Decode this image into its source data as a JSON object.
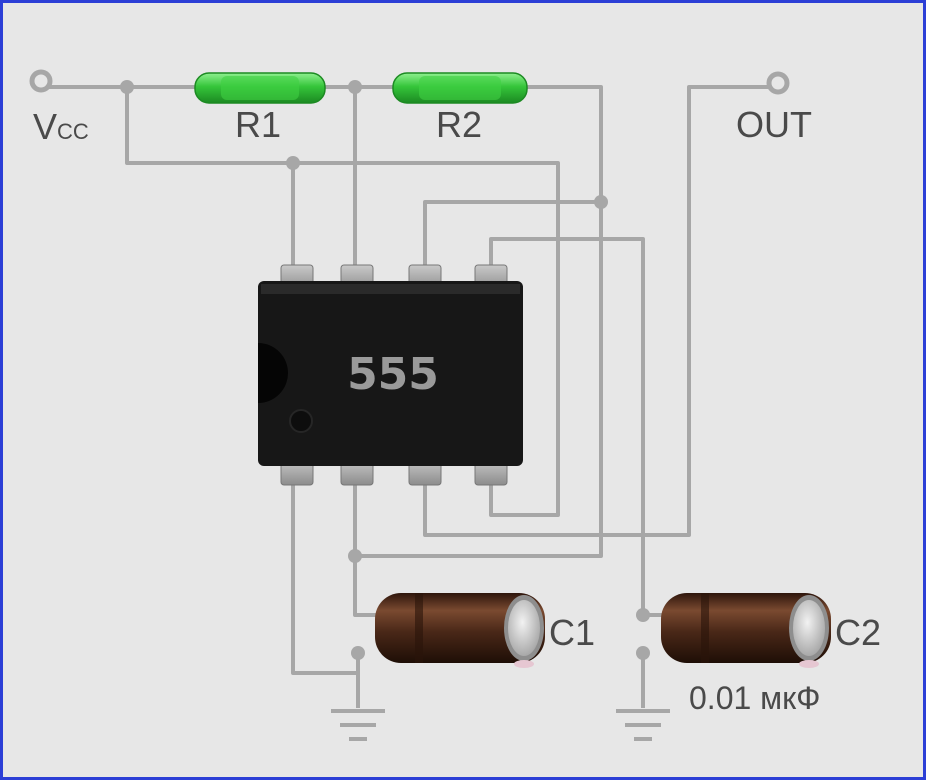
{
  "labels": {
    "vcc_main": "V",
    "vcc_sub": "CC",
    "out": "OUT",
    "r1": "R1",
    "r2": "R2",
    "chip": "555",
    "c1": "C1",
    "c2": "C2",
    "c2_value": "0.01 мкФ"
  },
  "colors": {
    "background": "#e7e7e7",
    "frame": "#2c3fd6",
    "wire": "#a7a7a7",
    "resistor": "#35c53a",
    "chip_body": "#171717",
    "chip_text": "#9a9a9a",
    "capacitor": "#4a2818",
    "label": "#4a4a4a"
  }
}
